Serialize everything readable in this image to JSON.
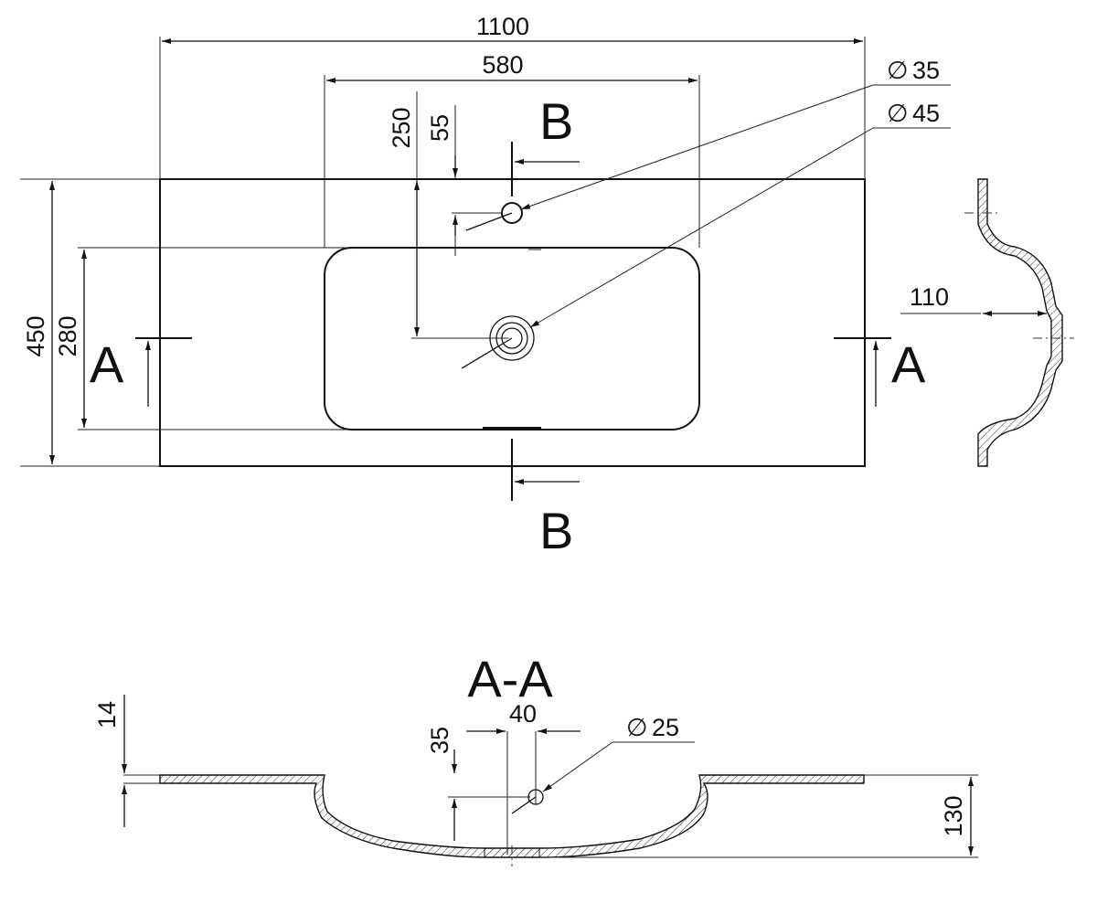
{
  "dimensions": {
    "overall_width": "1100",
    "bowl_width": "580",
    "tap_offset": "250",
    "tap_edge": "55",
    "tap_hole_dia": "35",
    "drain_dia": "45",
    "overall_depth": "450",
    "bowl_depth": "280",
    "side_depth": "110",
    "slab_thickness": "14",
    "overflow_height": "35",
    "overflow_width": "40",
    "overflow_dia": "25",
    "total_height": "130"
  },
  "labels": {
    "section_a_left": "A",
    "section_a_right": "A",
    "section_b_top": "B",
    "section_b_bottom": "B",
    "section_aa_title": "A-A",
    "diameter_symbol": "∅"
  },
  "colors": {
    "line": "#111111",
    "background": "#ffffff"
  }
}
